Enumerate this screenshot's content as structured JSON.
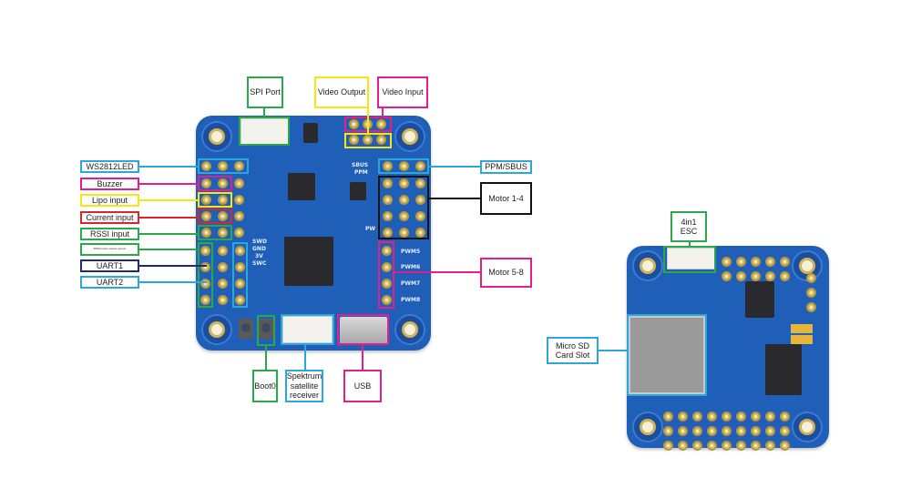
{
  "colors": {
    "background": "#ffffff",
    "board_blue": "#1f5fb8",
    "pad_gold": "#d9c06a",
    "label_cyan": "#29a8e0",
    "label_magenta": "#e61e8c",
    "label_yellow": "#f5e614",
    "label_red": "#d7262e",
    "label_green": "#2aa84a",
    "label_navy": "#1e2a78",
    "label_black": "#111111"
  },
  "left_board": {
    "top_labels": {
      "spi_port": "SPI Port",
      "video_output": "Video Output",
      "video_input": "Video Input"
    },
    "left_labels": {
      "ws2812led": "WS2812LED",
      "buzzer": "Buzzer",
      "lipo_input": "Lipo input",
      "current_input": "Current input",
      "rssi_input": "RSSI input",
      "rssi_jumper": "RSSI power source jumper",
      "uart1": "UART1",
      "uart2": "UART2"
    },
    "right_labels": {
      "ppm_sbus": "PPM/SBUS",
      "motor_1_4": "Motor 1-4",
      "motor_5_8": "Motor 5-8"
    },
    "bottom_labels": {
      "boot0": "Boot0",
      "spektrum": "Spektrum satellite receiver",
      "usb": "USB"
    },
    "silkscreen": {
      "sbus": "SBUS",
      "ppm": "PPM",
      "pw": "PW",
      "pwm5": "PWM5",
      "pwm6": "PWM6",
      "pwm7": "PWM7",
      "pwm8": "PWM8",
      "swd": "SWD",
      "gnd": "GND",
      "v3": "3V",
      "swc": "SWC"
    }
  },
  "right_board": {
    "labels": {
      "esc": "4in1 ESC",
      "sd": "Micro SD Card Slot"
    }
  }
}
